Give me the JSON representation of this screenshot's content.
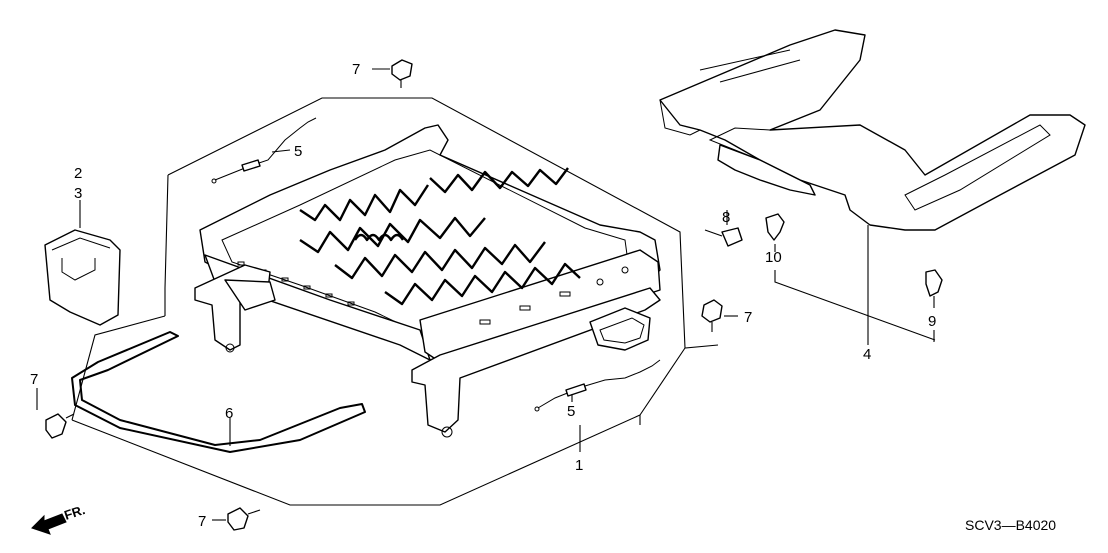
{
  "callouts": {
    "c7_top": "7",
    "c5_top": "5",
    "c2": "2",
    "c3": "3",
    "c8": "8",
    "c10": "10",
    "c7_right": "7",
    "c9": "9",
    "c4": "4",
    "c7_left": "7",
    "c6": "6",
    "c5_bottom": "5",
    "c1": "1",
    "c7_bottom": "7"
  },
  "direction_label": "FR.",
  "diagram_code": "SCV3—B4020"
}
